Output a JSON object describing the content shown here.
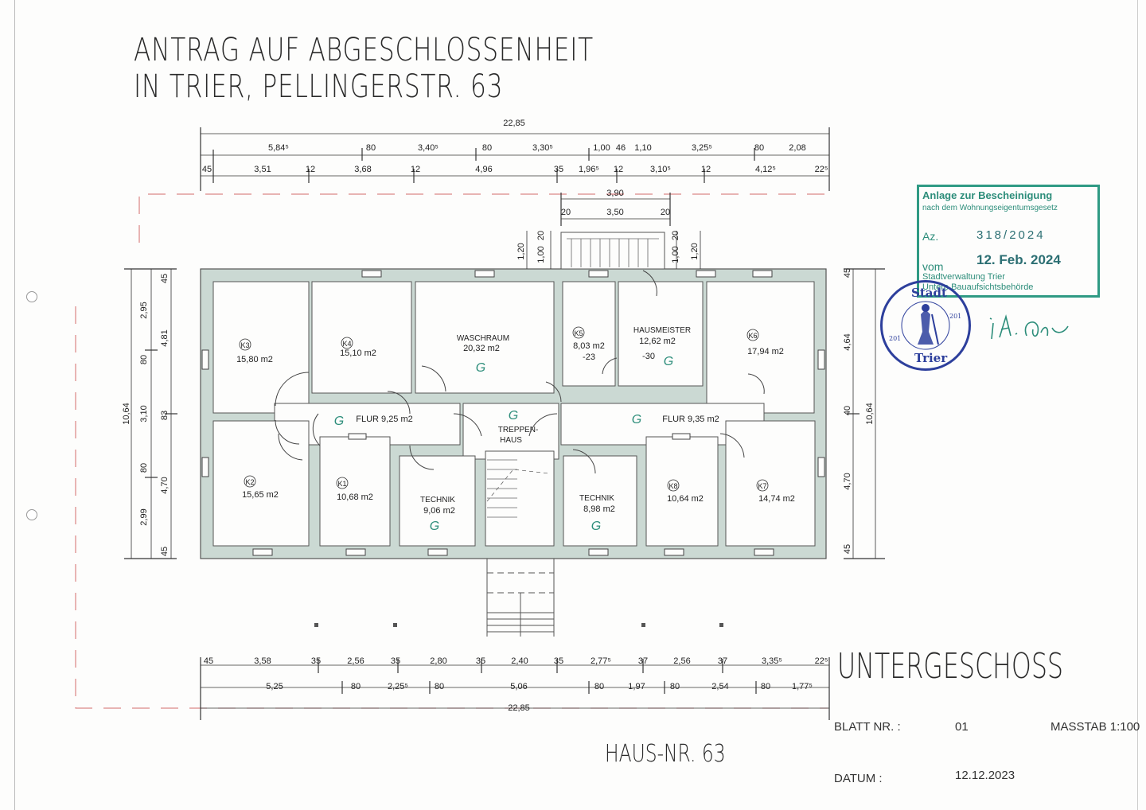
{
  "title": {
    "line1": "ANTRAG AUF ABGESCHLOSSENHEIT",
    "line2": "IN TRIER, PELLINGERSTR. 63"
  },
  "floor_label": "UNTERGESCHOSS",
  "house_label": "HAUS-NR. 63",
  "sheet": {
    "blatt_label": "BLATT NR. :",
    "blatt_value": "01",
    "scale_label": "MASSTAB 1:100",
    "datum_label": "DATUM :",
    "datum_value": "12.12.2023"
  },
  "stamp": {
    "line1": "Anlage zur Bescheinigung",
    "line2": "nach dem Wohnungseigentumsgesetz",
    "az_label": "Az.",
    "az_value": "318/2024",
    "vom_label": "vom",
    "vom_value": "12. Feb. 2024",
    "line5": "Stadtverwaltung Trier",
    "line6": "Untere Bauaufsichtsbehörde"
  },
  "seal": {
    "top": "Stadt",
    "bottom": "Trier",
    "num_left": "201",
    "num_right": "201"
  },
  "signature": "i.A.",
  "dimensions": {
    "top_total": "22,85",
    "top_row1": [
      "5,84⁵",
      "80",
      "3,40⁵",
      "80",
      "3,30⁵",
      "1,00",
      "46",
      "1,10",
      "3,25⁵",
      "80",
      "2,08"
    ],
    "top_row2": [
      "45",
      "3,51",
      "12",
      "3,68",
      "12",
      "4,96",
      "35",
      "1,96⁵",
      "12",
      "3,10⁵",
      "12",
      "4,12⁵",
      "22⁵"
    ],
    "stair_top": [
      "3,90",
      "20",
      "3,50",
      "20"
    ],
    "stair_side": [
      "1,20",
      "1,00",
      "20",
      "1,00",
      "20",
      "1,20"
    ],
    "left_outer": "10,64",
    "left_col1": [
      "2,95",
      "80",
      "3,10",
      "80",
      "2,99"
    ],
    "left_col2": [
      "45",
      "4,81",
      "83",
      "4,70",
      "45"
    ],
    "right_col1": [
      "45",
      "4,64",
      "40",
      "4,70",
      "45"
    ],
    "right_outer": "10,64",
    "bottom_row1": [
      "45",
      "3,58",
      "35",
      "2,56",
      "35",
      "2,80",
      "35",
      "2,40",
      "35",
      "2,77⁵",
      "37",
      "2,56",
      "37",
      "3,35⁵",
      "22⁵"
    ],
    "bottom_row2": [
      "5,25",
      "80",
      "2,25⁵",
      "80",
      "5,06",
      "80",
      "1,97",
      "80",
      "2,54",
      "80",
      "1,77⁵"
    ],
    "bottom_total": "22,85"
  },
  "rooms": [
    {
      "id": "K3",
      "area": "15,80  m2"
    },
    {
      "id": "K4",
      "area": "15,10  m2"
    },
    {
      "name": "WASCHRAUM",
      "area": "20,32  m2",
      "mark": "G"
    },
    {
      "id": "K5",
      "area": "8,03  m2",
      "level": "-23"
    },
    {
      "name": "HAUSMEISTER",
      "area": "12,62  m2",
      "level": "-30",
      "mark": "G"
    },
    {
      "id": "K6",
      "area": "17,94  m2"
    },
    {
      "name": "FLUR 9,25  m2",
      "mark": "G"
    },
    {
      "name1": "TREPPEN-",
      "name2": "HAUS",
      "mark": "G"
    },
    {
      "name": "FLUR 9,35  m2",
      "mark": "G"
    },
    {
      "id": "K2",
      "area": "15,65  m2"
    },
    {
      "id": "K1",
      "area": "10,68  m2"
    },
    {
      "name": "TECHNIK",
      "area": "9,06  m2",
      "mark": "G"
    },
    {
      "name": "TECHNIK",
      "area": "8,98  m2",
      "mark": "G"
    },
    {
      "id": "K8",
      "area": "10,64  m2"
    },
    {
      "id": "K7",
      "area": "14,74  m2"
    }
  ],
  "colors": {
    "wall_fill": "#cbd9d3",
    "stamp_green": "#2f9a84",
    "seal_blue": "#2d3f9c",
    "red_dash": "#d46a6a",
    "mark_green": "#2c8d7a"
  }
}
